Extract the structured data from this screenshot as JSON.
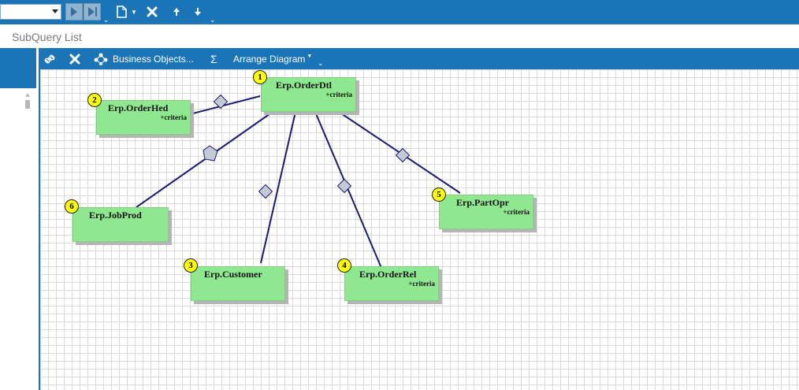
{
  "toolbar": {
    "combo_value": "",
    "icons": [
      "dropdown-arrow-icon",
      "play-icon",
      "play-to-end-icon",
      "overflow-caret-icon",
      "new-document-icon",
      "new-dropdown-icon",
      "delete-icon",
      "move-up-icon",
      "move-down-icon",
      "overflow-caret-icon"
    ]
  },
  "subquery": {
    "title": "SubQuery List"
  },
  "diagram_toolbar": {
    "business_objects_label": "Business Objects...",
    "sigma_label": "Σ",
    "arrange_label": "Arrange Diagram",
    "icons": [
      "link-icon",
      "delete-icon",
      "hierarchy-icon",
      "sigma-icon",
      "arrange-caret-icon",
      "overflow-caret-icon"
    ]
  },
  "nodes": [
    {
      "id": "orderdtl",
      "number": "1",
      "name": "Erp.OrderDtl",
      "criteria": "+criteria"
    },
    {
      "id": "orderhed",
      "number": "2",
      "name": "Erp.OrderHed",
      "criteria": "+criteria"
    },
    {
      "id": "customer",
      "number": "3",
      "name": "Erp.Customer",
      "criteria": ""
    },
    {
      "id": "orderrel",
      "number": "4",
      "name": "Erp.OrderRel",
      "criteria": "+criteria"
    },
    {
      "id": "partopr",
      "number": "5",
      "name": "Erp.PartOpr",
      "criteria": "+criteria"
    },
    {
      "id": "jobprod",
      "number": "6",
      "name": "Erp.JobProd",
      "criteria": ""
    }
  ],
  "colors": {
    "accent": "#1b74b6",
    "node_fill": "#8fe88f",
    "badge_fill": "#ffff00",
    "connector": "#1a1a6e"
  }
}
